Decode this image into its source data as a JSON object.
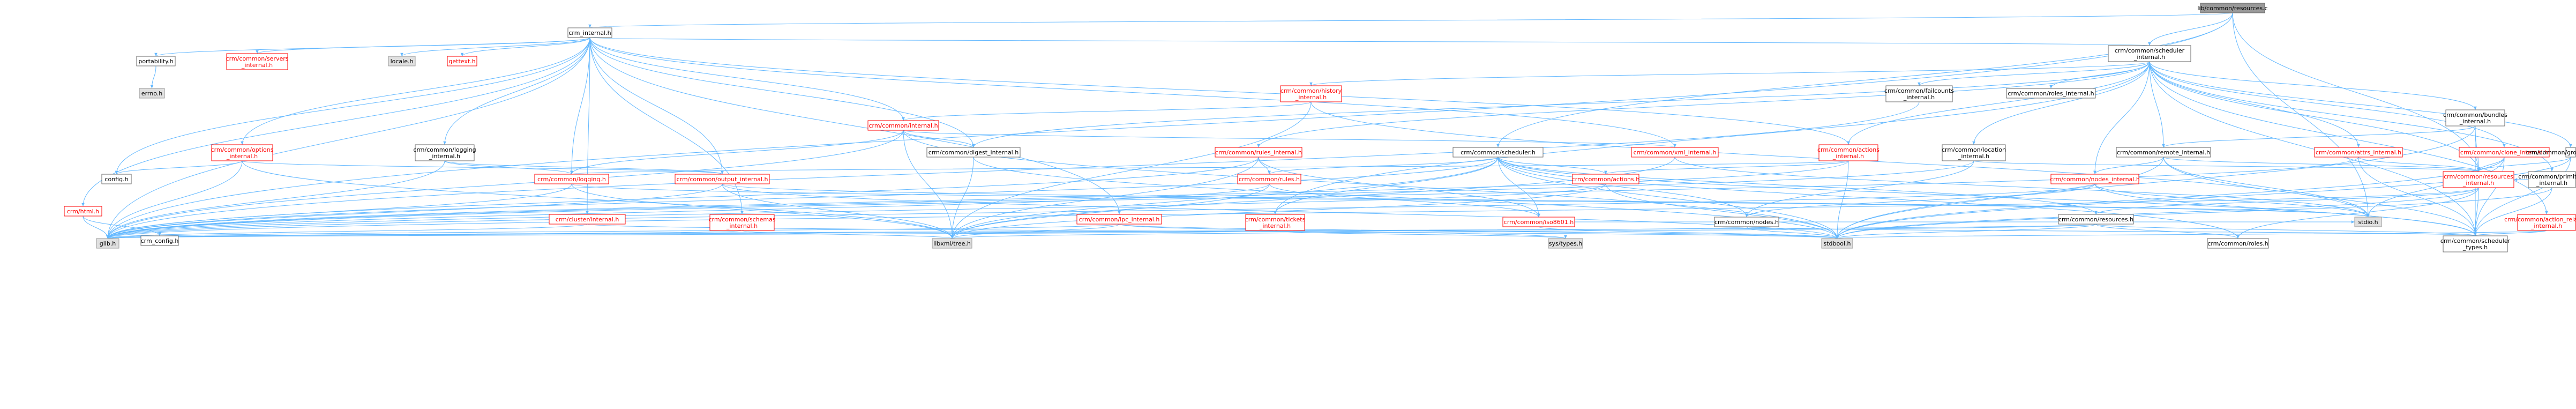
{
  "colors": {
    "root_fill": "#999999",
    "normal_fill": "#ffffff",
    "normal_border": "#666666",
    "normal_text": "#000000",
    "linked_border": "#ff0000",
    "linked_text": "#ff0000",
    "system_fill": "#e0e0e0",
    "system_border": "#999999",
    "edge": "#63b8ff"
  },
  "nodes": {
    "root": {
      "lines": [
        "lib/common/resources.c"
      ],
      "style": "root"
    },
    "crm_internal": {
      "lines": [
        "crm_internal.h"
      ],
      "style": "normal"
    },
    "scheduler_internal": {
      "lines": [
        "crm/common/scheduler",
        "_internal.h"
      ],
      "style": "normal"
    },
    "scheduler_h": {
      "lines": [
        "crm/common/scheduler.h"
      ],
      "style": "normal"
    },
    "portability": {
      "lines": [
        "portability.h"
      ],
      "style": "normal"
    },
    "servers_internal": {
      "lines": [
        "crm/common/servers",
        "_internal.h"
      ],
      "style": "linked"
    },
    "locale": {
      "lines": [
        "locale.h"
      ],
      "style": "system"
    },
    "gettext": {
      "lines": [
        "gettext.h"
      ],
      "style": "linked"
    },
    "history_internal": {
      "lines": [
        "crm/common/history",
        "_internal.h"
      ],
      "style": "linked"
    },
    "failcounts_internal": {
      "lines": [
        "crm/common/failcounts",
        "_internal.h"
      ],
      "style": "normal"
    },
    "roles_internal": {
      "lines": [
        "crm/common/roles_internal.h"
      ],
      "style": "normal"
    },
    "errno": {
      "lines": [
        "errno.h"
      ],
      "style": "system"
    },
    "options_internal": {
      "lines": [
        "crm/common/options",
        "_internal.h"
      ],
      "style": "linked"
    },
    "internal_h": {
      "lines": [
        "crm/common/internal.h"
      ],
      "style": "linked"
    },
    "logging_internal": {
      "lines": [
        "crm/common/logging",
        "_internal.h"
      ],
      "style": "normal"
    },
    "digest_internal": {
      "lines": [
        "crm/common/digest_internal.h"
      ],
      "style": "normal"
    },
    "rules_internal": {
      "lines": [
        "crm/common/rules_internal.h"
      ],
      "style": "linked"
    },
    "xml_internal": {
      "lines": [
        "crm/common/xml_internal.h"
      ],
      "style": "linked"
    },
    "actions_internal": {
      "lines": [
        "crm/common/actions",
        "_internal.h"
      ],
      "style": "linked"
    },
    "location_internal": {
      "lines": [
        "crm/common/location",
        "_internal.h"
      ],
      "style": "normal"
    },
    "bundles_internal": {
      "lines": [
        "crm/common/bundles",
        "_internal.h"
      ],
      "style": "normal"
    },
    "remote_internal": {
      "lines": [
        "crm/common/remote_internal.h"
      ],
      "style": "normal"
    },
    "attrs_internal": {
      "lines": [
        "crm/common/attrs_internal.h"
      ],
      "style": "linked"
    },
    "clone_internal": {
      "lines": [
        "crm/common/clone_internal.h"
      ],
      "style": "linked"
    },
    "group_internal": {
      "lines": [
        "crm/common/group_internal.h"
      ],
      "style": "normal"
    },
    "primitive_internal": {
      "lines": [
        "crm/common/primitive",
        "_internal.h"
      ],
      "style": "normal"
    },
    "config": {
      "lines": [
        "config.h"
      ],
      "style": "normal"
    },
    "logging_h": {
      "lines": [
        "crm/common/logging.h"
      ],
      "style": "linked"
    },
    "output_internal": {
      "lines": [
        "crm/common/output_internal.h"
      ],
      "style": "linked"
    },
    "rules_h": {
      "lines": [
        "crm/common/rules.h"
      ],
      "style": "linked"
    },
    "actions_h": {
      "lines": [
        "crm/common/actions.h"
      ],
      "style": "linked"
    },
    "nodes_internal": {
      "lines": [
        "crm/common/nodes_internal.h"
      ],
      "style": "linked"
    },
    "resources_internal": {
      "lines": [
        "crm/common/resources",
        "_internal.h"
      ],
      "style": "linked"
    },
    "html_h": {
      "lines": [
        "crm/html.h"
      ],
      "style": "linked"
    },
    "cluster_internal": {
      "lines": [
        "crm/cluster/internal.h"
      ],
      "style": "linked"
    },
    "schemas_internal": {
      "lines": [
        "crm/common/schemas",
        "_internal.h"
      ],
      "style": "linked"
    },
    "ipc_internal": {
      "lines": [
        "crm/common/ipc_internal.h"
      ],
      "style": "linked"
    },
    "tickets_internal": {
      "lines": [
        "crm/common/tickets",
        "_internal.h"
      ],
      "style": "linked"
    },
    "iso8601": {
      "lines": [
        "crm/common/iso8601.h"
      ],
      "style": "linked"
    },
    "nodes_h": {
      "lines": [
        "crm/common/nodes.h"
      ],
      "style": "normal"
    },
    "resources_h": {
      "lines": [
        "crm/common/resources.h"
      ],
      "style": "normal"
    },
    "stdio": {
      "lines": [
        "stdio.h"
      ],
      "style": "system"
    },
    "action_relation": {
      "lines": [
        "crm/common/action_relation",
        "_internal.h"
      ],
      "style": "linked"
    },
    "crm_config": {
      "lines": [
        "crm_config.h"
      ],
      "style": "normal"
    },
    "glib": {
      "lines": [
        "glib.h"
      ],
      "style": "system"
    },
    "libxml": {
      "lines": [
        "libxml/tree.h"
      ],
      "style": "system"
    },
    "systypes": {
      "lines": [
        "sys/types.h"
      ],
      "style": "system"
    },
    "stdbool": {
      "lines": [
        "stdbool.h"
      ],
      "style": "system"
    },
    "roles_h": {
      "lines": [
        "crm/common/roles.h"
      ],
      "style": "normal"
    },
    "scheduler_types": {
      "lines": [
        "crm/common/scheduler",
        "_types.h"
      ],
      "style": "normal"
    }
  },
  "edges": [
    [
      "root",
      "crm_internal"
    ],
    [
      "root",
      "scheduler_internal"
    ],
    [
      "root",
      "scheduler_h"
    ],
    [
      "root",
      "stdio"
    ],
    [
      "root",
      "glib"
    ],
    [
      "root",
      "resources_internal"
    ],
    [
      "crm_internal",
      "portability"
    ],
    [
      "crm_internal",
      "servers_internal"
    ],
    [
      "crm_internal",
      "locale"
    ],
    [
      "crm_internal",
      "gettext"
    ],
    [
      "crm_internal",
      "scheduler_internal"
    ],
    [
      "crm_internal",
      "options_internal"
    ],
    [
      "crm_internal",
      "internal_h"
    ],
    [
      "crm_internal",
      "logging_internal"
    ],
    [
      "crm_internal",
      "digest_internal"
    ],
    [
      "crm_internal",
      "config"
    ],
    [
      "crm_internal",
      "logging_h"
    ],
    [
      "crm_internal",
      "output_internal"
    ],
    [
      "crm_internal",
      "html_h"
    ],
    [
      "crm_internal",
      "cluster_internal"
    ],
    [
      "crm_internal",
      "schemas_internal"
    ],
    [
      "crm_internal",
      "ipc_internal"
    ],
    [
      "crm_internal",
      "glib"
    ],
    [
      "crm_internal",
      "xml_internal"
    ],
    [
      "crm_internal",
      "actions_internal"
    ],
    [
      "portability",
      "errno"
    ],
    [
      "scheduler_internal",
      "history_internal"
    ],
    [
      "scheduler_internal",
      "failcounts_internal"
    ],
    [
      "scheduler_internal",
      "roles_internal"
    ],
    [
      "scheduler_internal",
      "rules_internal"
    ],
    [
      "scheduler_internal",
      "actions_internal"
    ],
    [
      "scheduler_internal",
      "location_internal"
    ],
    [
      "scheduler_internal",
      "bundles_internal"
    ],
    [
      "scheduler_internal",
      "remote_internal"
    ],
    [
      "scheduler_internal",
      "attrs_internal"
    ],
    [
      "scheduler_internal",
      "clone_internal"
    ],
    [
      "scheduler_internal",
      "group_internal"
    ],
    [
      "scheduler_internal",
      "primitive_internal"
    ],
    [
      "scheduler_internal",
      "nodes_internal"
    ],
    [
      "scheduler_internal",
      "resources_internal"
    ],
    [
      "scheduler_internal",
      "tickets_internal"
    ],
    [
      "scheduler_internal",
      "action_relation"
    ],
    [
      "scheduler_internal",
      "digest_internal"
    ],
    [
      "scheduler_internal",
      "scheduler_types"
    ],
    [
      "history_internal",
      "internal_h"
    ],
    [
      "history_internal",
      "libxml"
    ],
    [
      "history_internal",
      "stdio"
    ],
    [
      "internal_h",
      "logging_h"
    ],
    [
      "internal_h",
      "digest_internal"
    ],
    [
      "internal_h",
      "glib"
    ],
    [
      "internal_h",
      "libxml"
    ],
    [
      "internal_h",
      "xml_internal"
    ],
    [
      "internal_h",
      "stdbool"
    ],
    [
      "options_internal",
      "config"
    ],
    [
      "options_internal",
      "glib"
    ],
    [
      "options_internal",
      "output_internal"
    ],
    [
      "options_internal",
      "libxml"
    ],
    [
      "logging_internal",
      "logging_h"
    ],
    [
      "logging_internal",
      "output_internal"
    ],
    [
      "logging_internal",
      "glib"
    ],
    [
      "digest_internal",
      "libxml"
    ],
    [
      "digest_internal",
      "stdbool"
    ],
    [
      "rules_internal",
      "rules_h"
    ],
    [
      "rules_internal",
      "iso8601"
    ],
    [
      "rules_internal",
      "glib"
    ],
    [
      "rules_internal",
      "libxml"
    ],
    [
      "xml_internal",
      "stdio"
    ],
    [
      "xml_internal",
      "libxml"
    ],
    [
      "actions_internal",
      "actions_h"
    ],
    [
      "actions_internal",
      "stdbool"
    ],
    [
      "actions_internal",
      "glib"
    ],
    [
      "actions_internal",
      "logging_h"
    ],
    [
      "location_internal",
      "resources_internal"
    ],
    [
      "location_internal",
      "glib"
    ],
    [
      "location_internal",
      "nodes_h"
    ],
    [
      "bundles_internal",
      "remote_internal"
    ],
    [
      "bundles_internal",
      "resources_internal"
    ],
    [
      "bundles_internal",
      "stdbool"
    ],
    [
      "bundles_internal",
      "scheduler_types"
    ],
    [
      "remote_internal",
      "nodes_internal"
    ],
    [
      "remote_internal",
      "resources_internal"
    ],
    [
      "remote_internal",
      "stdbool"
    ],
    [
      "remote_internal",
      "stdio"
    ],
    [
      "remote_internal",
      "scheduler_types"
    ],
    [
      "attrs_internal",
      "resources_internal"
    ],
    [
      "attrs_internal",
      "glib"
    ],
    [
      "attrs_internal",
      "scheduler_types"
    ],
    [
      "clone_internal",
      "resources_internal"
    ],
    [
      "clone_internal",
      "stdbool"
    ],
    [
      "clone_internal",
      "scheduler_types"
    ],
    [
      "clone_internal",
      "stdio"
    ],
    [
      "group_internal",
      "resources_internal"
    ],
    [
      "group_internal",
      "stdbool"
    ],
    [
      "group_internal",
      "scheduler_types"
    ],
    [
      "primitive_internal",
      "resources_internal"
    ],
    [
      "primitive_internal",
      "stdbool"
    ],
    [
      "primitive_internal",
      "scheduler_types"
    ],
    [
      "scheduler_h",
      "glib"
    ],
    [
      "scheduler_h",
      "stdbool"
    ],
    [
      "scheduler_h",
      "libxml"
    ],
    [
      "scheduler_h",
      "actions_h"
    ],
    [
      "scheduler_h",
      "nodes_h"
    ],
    [
      "scheduler_h",
      "resources_h"
    ],
    [
      "scheduler_h",
      "roles_h"
    ],
    [
      "scheduler_h",
      "rules_h"
    ],
    [
      "scheduler_h",
      "iso8601"
    ],
    [
      "scheduler_h",
      "scheduler_types"
    ],
    [
      "scheduler_h",
      "tickets_internal"
    ],
    [
      "logging_h",
      "stdio"
    ],
    [
      "logging_h",
      "glib"
    ],
    [
      "logging_h",
      "libxml"
    ],
    [
      "output_internal",
      "stdio"
    ],
    [
      "output_internal",
      "glib"
    ],
    [
      "output_internal",
      "libxml"
    ],
    [
      "output_internal",
      "stdbool"
    ],
    [
      "rules_h",
      "glib"
    ],
    [
      "rules_h",
      "libxml"
    ],
    [
      "rules_h",
      "iso8601"
    ],
    [
      "actions_h",
      "glib"
    ],
    [
      "actions_h",
      "stdbool"
    ],
    [
      "actions_h",
      "libxml"
    ],
    [
      "nodes_internal",
      "nodes_h"
    ],
    [
      "nodes_internal",
      "scheduler_types"
    ],
    [
      "nodes_internal",
      "stdio"
    ],
    [
      "nodes_internal",
      "glib"
    ],
    [
      "resources_internal",
      "resources_h"
    ],
    [
      "resources_internal",
      "roles_h"
    ],
    [
      "resources_internal",
      "scheduler_types"
    ],
    [
      "resources_internal",
      "stdbool"
    ],
    [
      "resources_internal",
      "glib"
    ],
    [
      "html_h",
      "crm_config"
    ],
    [
      "html_h",
      "glib"
    ],
    [
      "cluster_internal",
      "glib"
    ],
    [
      "cluster_internal",
      "stdbool"
    ],
    [
      "schemas_internal",
      "glib"
    ],
    [
      "schemas_internal",
      "libxml"
    ],
    [
      "ipc_internal",
      "glib"
    ],
    [
      "ipc_internal",
      "stdbool"
    ],
    [
      "ipc_internal",
      "systypes"
    ],
    [
      "ipc_internal",
      "libxml"
    ],
    [
      "tickets_internal",
      "glib"
    ],
    [
      "tickets_internal",
      "systypes"
    ],
    [
      "iso8601",
      "stdbool"
    ],
    [
      "iso8601",
      "stdio"
    ],
    [
      "nodes_h",
      "glib"
    ],
    [
      "nodes_h",
      "stdbool"
    ],
    [
      "nodes_h",
      "scheduler_types"
    ],
    [
      "resources_h",
      "glib"
    ],
    [
      "resources_h",
      "stdbool"
    ],
    [
      "resources_h",
      "libxml"
    ],
    [
      "resources_h",
      "roles_h"
    ],
    [
      "resources_h",
      "scheduler_types"
    ],
    [
      "action_relation",
      "stdbool"
    ],
    [
      "action_relation",
      "scheduler_types"
    ],
    [
      "failcounts_internal",
      "glib"
    ]
  ]
}
